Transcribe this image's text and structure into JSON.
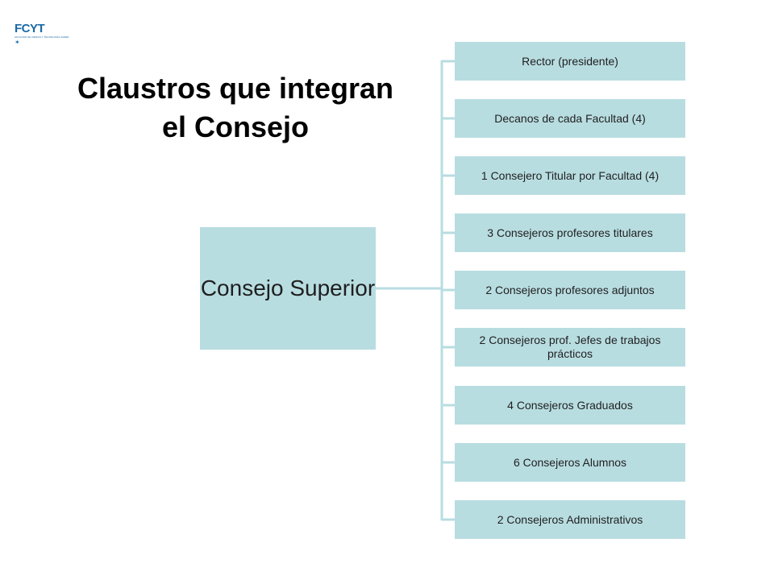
{
  "logo": {
    "text": "FCYT",
    "subtitle": "FACULTAD DE CIENCIA Y TECNOLOGÍA UADER",
    "mark": "✶"
  },
  "title": {
    "line1": "Claustros que integran",
    "line2": "el Consejo"
  },
  "colors": {
    "box_fill": "#b8dde1",
    "connector": "#b8dde1",
    "title": "#000000",
    "logo": "#1a6aa6"
  },
  "diagram": {
    "root": "Consejo Superior",
    "children": [
      "Rector (presidente)",
      "Decanos de cada Facultad (4)",
      "1 Consejero Titular por Facultad (4)",
      "3 Consejeros profesores titulares",
      "2 Consejeros profesores adjuntos",
      "2 Consejeros prof. Jefes de trabajos prácticos",
      "4 Consejeros Graduados",
      "6 Consejeros Alumnos",
      "2 Consejeros Administrativos"
    ]
  }
}
